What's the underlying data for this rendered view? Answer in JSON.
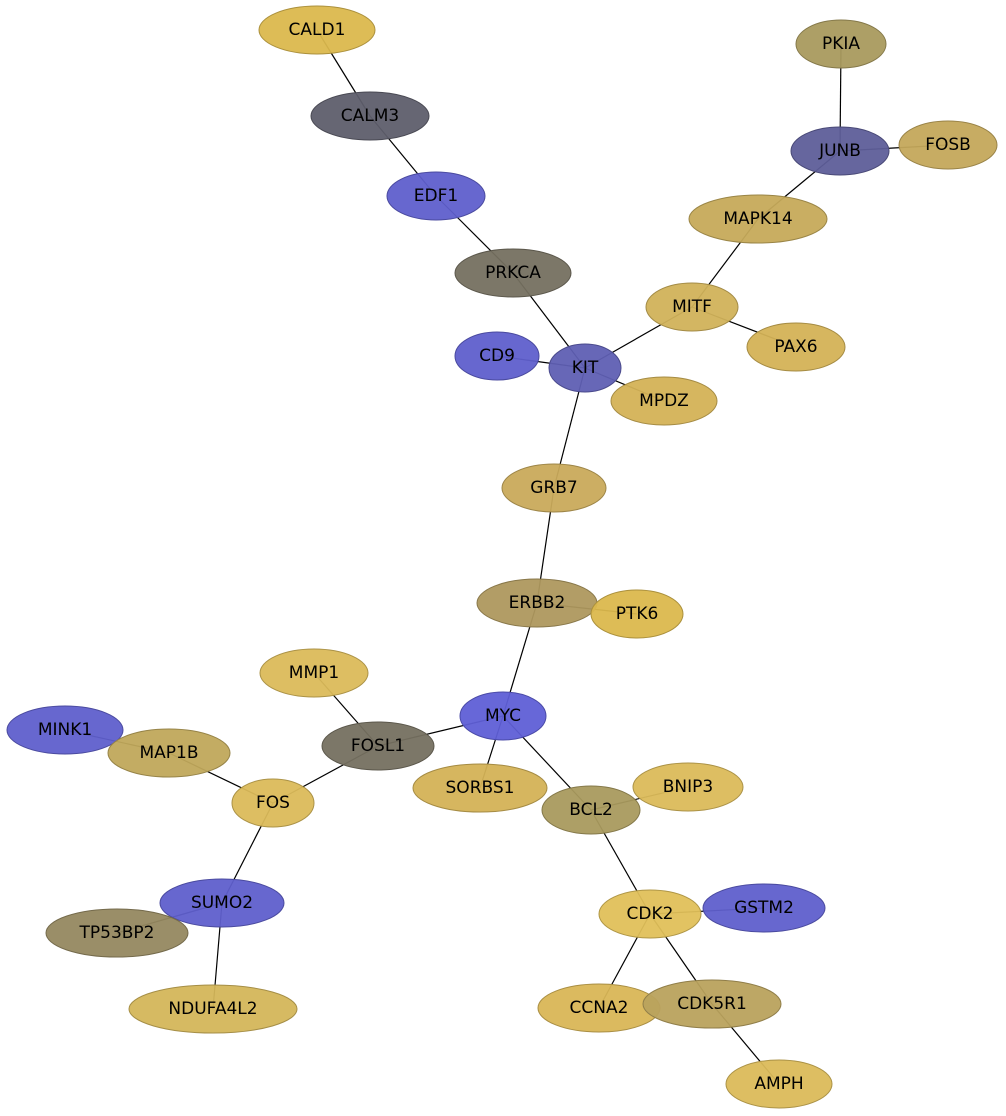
{
  "network": {
    "nodes": [
      {
        "id": "CALD1",
        "label": "CALD1",
        "color": "#dbb84d"
      },
      {
        "id": "CALM3",
        "label": "CALM3",
        "color": "#5e5e6b"
      },
      {
        "id": "EDF1",
        "label": "EDF1",
        "color": "#5f5fcc"
      },
      {
        "id": "PRKCA",
        "label": "PRKCA",
        "color": "#757060"
      },
      {
        "id": "PKIA",
        "label": "PKIA",
        "color": "#a99a5e"
      },
      {
        "id": "JUNB",
        "label": "JUNB",
        "color": "#5e5e99"
      },
      {
        "id": "FOSB",
        "label": "FOSB",
        "color": "#c4a85b"
      },
      {
        "id": "MAPK14",
        "label": "MAPK14",
        "color": "#c6aa5a"
      },
      {
        "id": "MITF",
        "label": "MITF",
        "color": "#d1b25a"
      },
      {
        "id": "PAX6",
        "label": "PAX6",
        "color": "#d4b256"
      },
      {
        "id": "CD9",
        "label": "CD9",
        "color": "#5f5fcc"
      },
      {
        "id": "KIT",
        "label": "KIT",
        "color": "#5f5fb3"
      },
      {
        "id": "MPDZ",
        "label": "MPDZ",
        "color": "#d4b256"
      },
      {
        "id": "GRB7",
        "label": "GRB7",
        "color": "#c9aa5b"
      },
      {
        "id": "ERBB2",
        "label": "ERBB2",
        "color": "#ae985e"
      },
      {
        "id": "PTK6",
        "label": "PTK6",
        "color": "#dbb84d"
      },
      {
        "id": "MMP1",
        "label": "MMP1",
        "color": "#dbbb5a"
      },
      {
        "id": "MINK1",
        "label": "MINK1",
        "color": "#5f5fcc"
      },
      {
        "id": "MAP1B",
        "label": "MAP1B",
        "color": "#c0a85b"
      },
      {
        "id": "FOSL1",
        "label": "FOSL1",
        "color": "#757060"
      },
      {
        "id": "MYC",
        "label": "MYC",
        "color": "#5f5fd6"
      },
      {
        "id": "SORBS1",
        "label": "SORBS1",
        "color": "#d4b256"
      },
      {
        "id": "BNIP3",
        "label": "BNIP3",
        "color": "#dbbb5a"
      },
      {
        "id": "FOS",
        "label": "FOS",
        "color": "#dbbb5a"
      },
      {
        "id": "BCL2",
        "label": "BCL2",
        "color": "#a99a5e"
      },
      {
        "id": "SUMO2",
        "label": "SUMO2",
        "color": "#5f5fcc"
      },
      {
        "id": "TP53BP2",
        "label": "TP53BP2",
        "color": "#958860"
      },
      {
        "id": "CDK2",
        "label": "CDK2",
        "color": "#e0c05a"
      },
      {
        "id": "GSTM2",
        "label": "GSTM2",
        "color": "#5f5fcc"
      },
      {
        "id": "NDUFA4L2",
        "label": "NDUFA4L2",
        "color": "#d4b65a"
      },
      {
        "id": "CCNA2",
        "label": "CCNA2",
        "color": "#d9b656"
      },
      {
        "id": "CDK5R1",
        "label": "CDK5R1",
        "color": "#b9a25d"
      },
      {
        "id": "AMPH",
        "label": "AMPH",
        "color": "#dbbb5a"
      }
    ],
    "edges": [
      [
        "CALD1",
        "CALM3"
      ],
      [
        "CALM3",
        "EDF1"
      ],
      [
        "EDF1",
        "PRKCA"
      ],
      [
        "PRKCA",
        "KIT"
      ],
      [
        "PKIA",
        "JUNB"
      ],
      [
        "JUNB",
        "FOSB"
      ],
      [
        "JUNB",
        "MAPK14"
      ],
      [
        "MAPK14",
        "MITF"
      ],
      [
        "MITF",
        "PAX6"
      ],
      [
        "MITF",
        "KIT"
      ],
      [
        "CD9",
        "KIT"
      ],
      [
        "KIT",
        "MPDZ"
      ],
      [
        "KIT",
        "GRB7"
      ],
      [
        "GRB7",
        "ERBB2"
      ],
      [
        "ERBB2",
        "PTK6"
      ],
      [
        "ERBB2",
        "MYC"
      ],
      [
        "MMP1",
        "FOSL1"
      ],
      [
        "FOSL1",
        "MYC"
      ],
      [
        "FOSL1",
        "FOS"
      ],
      [
        "MINK1",
        "MAP1B"
      ],
      [
        "MAP1B",
        "FOS"
      ],
      [
        "MYC",
        "SORBS1"
      ],
      [
        "MYC",
        "BCL2"
      ],
      [
        "BCL2",
        "BNIP3"
      ],
      [
        "BCL2",
        "CDK2"
      ],
      [
        "FOS",
        "SUMO2"
      ],
      [
        "SUMO2",
        "TP53BP2"
      ],
      [
        "SUMO2",
        "NDUFA4L2"
      ],
      [
        "CDK2",
        "GSTM2"
      ],
      [
        "CDK2",
        "CCNA2"
      ],
      [
        "CDK2",
        "CDK5R1"
      ],
      [
        "CDK5R1",
        "AMPH"
      ]
    ]
  }
}
